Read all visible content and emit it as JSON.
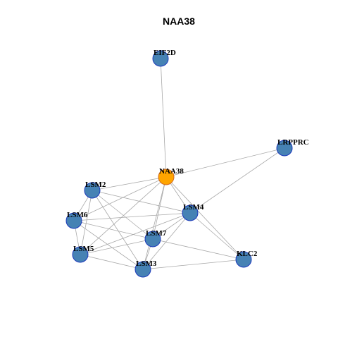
{
  "title": "NAA38",
  "colors": {
    "hub_fill": "#ffa500",
    "hub_stroke": "#d2691e",
    "node_fill": "#4682b4",
    "node_stroke": "#1c39bb",
    "edge": "#a8a8a8"
  },
  "nodes": [
    {
      "id": "NAA38",
      "hub": true
    },
    {
      "id": "EIF2D"
    },
    {
      "id": "LRPPRC"
    },
    {
      "id": "LSM2"
    },
    {
      "id": "LSM4"
    },
    {
      "id": "LSM6"
    },
    {
      "id": "LSM7"
    },
    {
      "id": "LSM5"
    },
    {
      "id": "KLC2"
    },
    {
      "id": "LSM3"
    }
  ],
  "edges": [
    [
      "NAA38",
      "EIF2D"
    ],
    [
      "NAA38",
      "LRPPRC"
    ],
    [
      "NAA38",
      "LSM2"
    ],
    [
      "NAA38",
      "LSM4"
    ],
    [
      "NAA38",
      "LSM6"
    ],
    [
      "NAA38",
      "LSM7"
    ],
    [
      "NAA38",
      "LSM5"
    ],
    [
      "NAA38",
      "LSM3"
    ],
    [
      "NAA38",
      "KLC2"
    ],
    [
      "LRPPRC",
      "LSM4"
    ],
    [
      "LSM2",
      "LSM4"
    ],
    [
      "LSM2",
      "LSM6"
    ],
    [
      "LSM2",
      "LSM7"
    ],
    [
      "LSM2",
      "LSM5"
    ],
    [
      "LSM2",
      "LSM3"
    ],
    [
      "LSM4",
      "LSM6"
    ],
    [
      "LSM4",
      "LSM7"
    ],
    [
      "LSM4",
      "LSM5"
    ],
    [
      "LSM4",
      "LSM3"
    ],
    [
      "LSM4",
      "KLC2"
    ],
    [
      "LSM6",
      "LSM7"
    ],
    [
      "LSM6",
      "LSM5"
    ],
    [
      "LSM6",
      "LSM3"
    ],
    [
      "LSM7",
      "LSM5"
    ],
    [
      "LSM7",
      "LSM3"
    ],
    [
      "LSM7",
      "KLC2"
    ],
    [
      "LSM5",
      "LSM3"
    ],
    [
      "LSM3",
      "KLC2"
    ]
  ]
}
